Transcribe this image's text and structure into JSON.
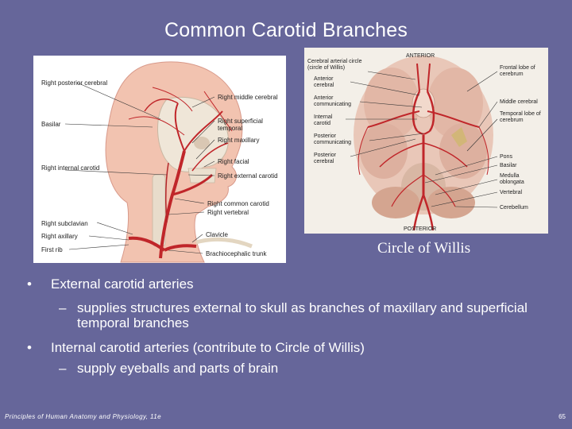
{
  "title": "Common Carotid Branches",
  "left_figure": {
    "labels": [
      "Right posterior cerebral",
      "Basilar",
      "Right internal carotid",
      "Right subclavian",
      "Right axillary",
      "First rib",
      "Right middle cerebral",
      "Right superficial temporal",
      "Right maxillary",
      "Right facial",
      "Right external carotid",
      "Right common carotid",
      "Right vertebral",
      "Clavicle",
      "Brachiocephalic trunk"
    ]
  },
  "right_figure": {
    "top": "ANTERIOR",
    "bottom": "POSTERIOR",
    "left_labels": [
      "Cerebral arterial circle (circle of Willis)",
      "Anterior cerebral",
      "Anterior communicating",
      "Internal carotid",
      "Posterior communicating",
      "Posterior cerebral"
    ],
    "right_labels": [
      "Frontal lobe of cerebrum",
      "Middle cerebral",
      "Temporal lobe of cerebrum",
      "Pons",
      "Basilar",
      "Medulla oblongata",
      "Vertebral",
      "Cerebellum"
    ]
  },
  "caption": "Circle of Willis",
  "bullets": [
    {
      "text": "External carotid arteries",
      "sub": "supplies structures external to skull as branches of maxillary and superficial temporal branches"
    },
    {
      "text": "Internal carotid  arteries (contribute to Circle of Willis)",
      "sub": "supply eyeballs and parts of brain"
    }
  ],
  "bullet_marker": "•",
  "sub_marker": "–",
  "footer": {
    "left": "Principles of Human Anatomy and Physiology, 11e",
    "right": "65"
  }
}
